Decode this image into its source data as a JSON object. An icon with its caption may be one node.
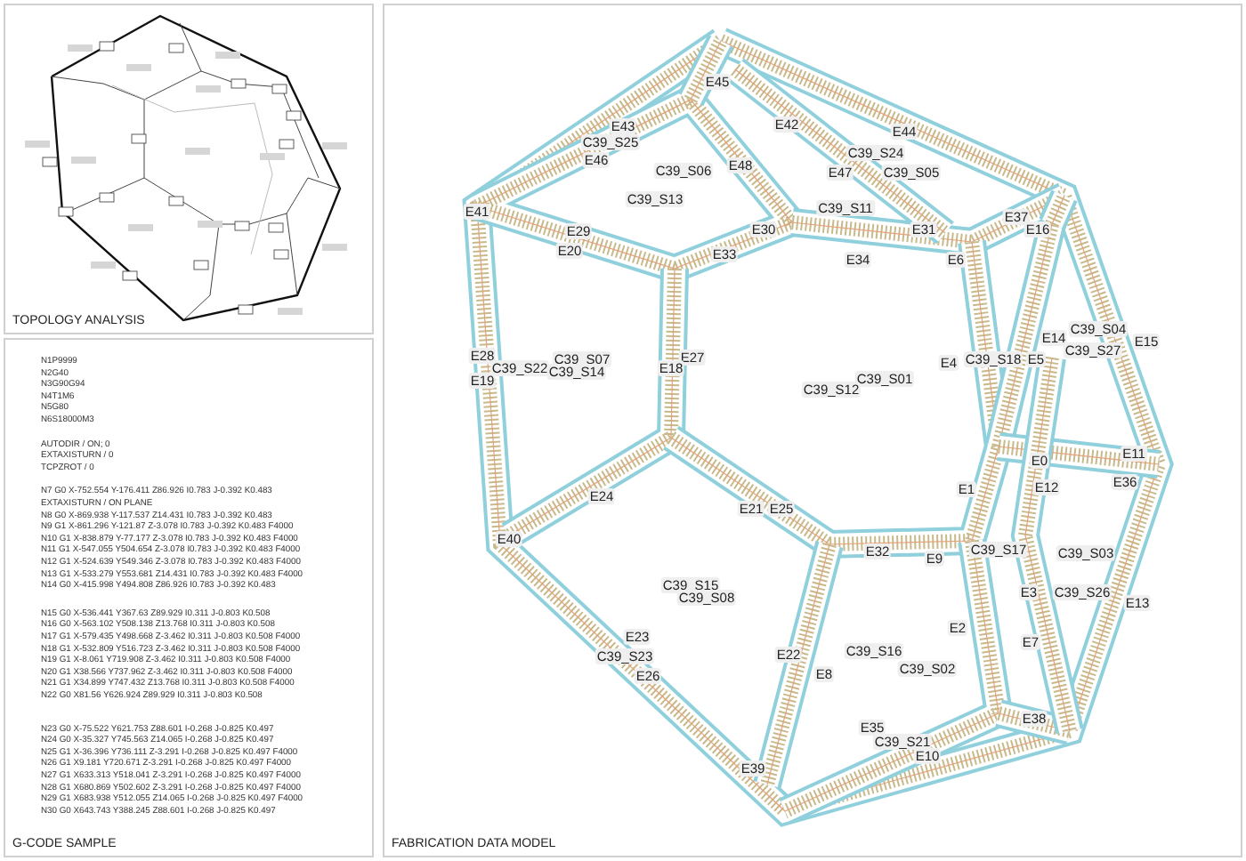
{
  "diagram": {
    "nodes": [
      {
        "text": [
          "TOPOLOGY ANALYSIS"
        ]
      },
      {
        "text": [
          "N1P9999",
          "N2G40",
          "N3G90G94",
          "N4T1M6",
          "N5G80",
          "N6S18000M3",
          "AUTODIR / ON; 0",
          "EXTAXISTURN / 0",
          "TCPZROT / 0",
          "N7 G0 X-752.554 Y-176.411 Z86.926 I0.783 J-0.392 K0.483",
          "EXTAXISTURN / ON PLANE",
          "N8 G0 X-869.938 Y-117.537 Z14.431 I0.783 J-0.392 K0.483",
          "N9 G1 X-861.296 Y-121.87 Z-3.078 I0.783 J-0.392 K0.483 F4000",
          "N10 G1 X-838.879 Y-77.177 Z-3.078 I0.783 J-0.392 K0.483 F4000",
          "N11 G1 X-547.055 Y504.654 Z-3.078 I0.783 J-0.392 K0.483 F4000",
          "N12 G1 X-524.639 Y549.346 Z-3.078 I0.783 J-0.392 K0.483 F4000",
          "N13 G1 X-533.279 Y553.681 Z14.431 I0.783 J-0.392 K0.483 F4000",
          "N14 G0 X-415.998 Y494.808 Z86.926 I0.783 J-0.392 K0.483",
          "N15 G0 X-536.441 Y367.63 Z89.929 I0.311 J-0.803 K0.508",
          "N16 G0 X-563.102 Y508.138 Z13.768 I0.311 J-0.803 K0.508",
          "N17 G1 X-579.435 Y498.668 Z-3.462 I0.311 J-0.803 K0.508 F4000",
          "N18 G1 X-532.809 Y516.723 Z-3.462 I0.311 J-0.803 K0.508 F4000",
          "N19 G1 X-8.061 Y719.908 Z-3.462 I0.311 J-0.803 K0.508 F4000",
          "N20 G1 X38.566 Y737.962 Z-3.462 I0.311 J-0.803 K0.508 F4000",
          "N21 G1 X34.899 Y747.432 Z13.768 I0.311 J-0.803 K0.508 F4000",
          "N22 G0 X81.56 Y626.924 Z89.929 I0.311 J-0.803 K0.508",
          "N23 G0 X-75.522 Y621.753 Z88.601 I-0.268 J-0.825 K0.497",
          "N24 G0 X-35.327 Y745.563 Z14.065 I-0.268 J-0.825 K0.497",
          "N25 G1 X-36.396 Y736.111 Z-3.291 I-0.268 J-0.825 K0.497 F4000",
          "N26 G1 X9.181 Y720.671 Z-3.291 I-0.268 J-0.825 K0.497 F4000",
          "N27 G1 X633.313 Y518.041 Z-3.291 I-0.268 J-0.825 K0.497 F4000",
          "N28 G1 X680.869 Y502.602 Z-3.291 I-0.268 J-0.825 K0.497 F4000",
          "N29 G1 X683.938 Y512.055 Z14.065 I-0.268 J-0.825 K0.497 F4000",
          "N30 G0 X643.743 Y388.245 Z88.601 I-0.268 J-0.825 K0.497",
          "G-CODE SAMPLE"
        ]
      },
      {
        "text": [
          "E45",
          "E43",
          "C39_S25",
          "E42",
          "E44",
          "E46",
          "C39_S24",
          "C39_S06",
          "E48",
          "E47",
          "C39_S05",
          "C39_S13",
          "E41",
          "C39_S11",
          "E37",
          "E29",
          "E30",
          "E31",
          "E16",
          "E20",
          "E33",
          "E34",
          "E6",
          "C39_S04",
          "E15",
          "E14",
          "C39_S27",
          "E28",
          "C39_S22",
          "E19",
          "C39_S07",
          "C39_S14",
          "E27",
          "E18",
          "E4",
          "C39_S18",
          "E5",
          "C39_S01",
          "C39_S12",
          "E11",
          "E0",
          "E12",
          "E36",
          "E1",
          "E24",
          "E21",
          "E25",
          "E40",
          "E32",
          "E9",
          "C39_S17",
          "C39_S03",
          "C39_S15",
          "C39_S08",
          "E3",
          "C39_S26",
          "E13",
          "E2",
          "E7",
          "E23",
          "C39_S23",
          "E26",
          "E22",
          "C39_S16",
          "E8",
          "C39_S02",
          "E38",
          "E35",
          "C39_S21",
          "E10",
          "E39",
          "FABRICATION DATA MODEL"
        ]
      }
    ]
  }
}
